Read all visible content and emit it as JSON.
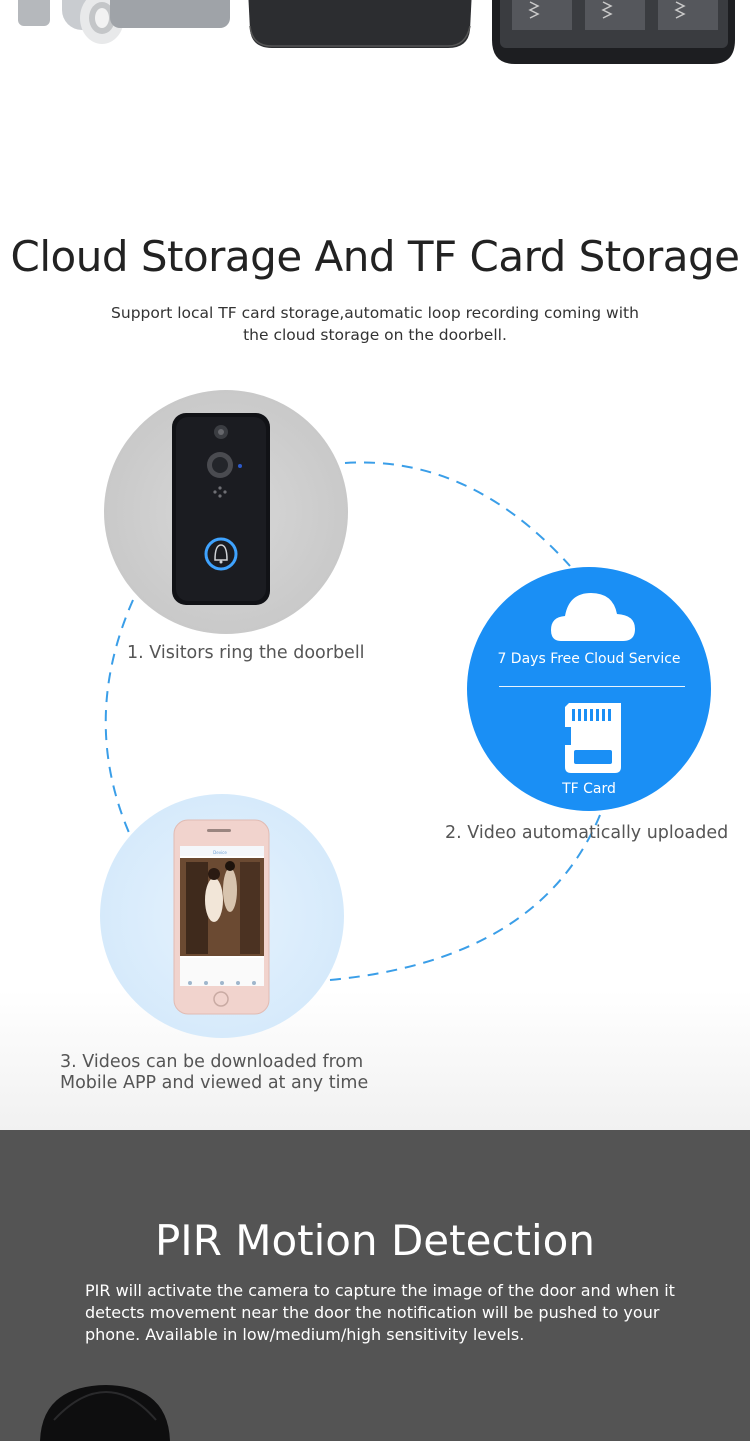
{
  "storage": {
    "title": "Cloud Storage And TF Card Storage",
    "description": "Support local TF card storage,automatic loop recording coming with the cloud storage on the doorbell.",
    "steps": [
      {
        "label": "1. Visitors ring the doorbell"
      },
      {
        "label": "2. Video automatically uploaded"
      },
      {
        "label_line1": "3. Videos can be downloaded from",
        "label_line2": "Mobile APP and viewed at any time"
      }
    ],
    "cloud_circle": {
      "cloud_label": "7 Days Free Cloud Service",
      "card_label": "TF Card"
    },
    "phone": {
      "screen_title": "Device"
    }
  },
  "pir": {
    "title": "PIR Motion Detection",
    "description": "PIR will activate the camera to capture the image of the door and when it detects movement near the door the notification will be pushed to your phone. Available in low/medium/high sensitivity levels."
  },
  "colors": {
    "accent_blue": "#1a8ff5",
    "dash_blue": "#3a9ee8",
    "dark_bg": "#545454"
  }
}
